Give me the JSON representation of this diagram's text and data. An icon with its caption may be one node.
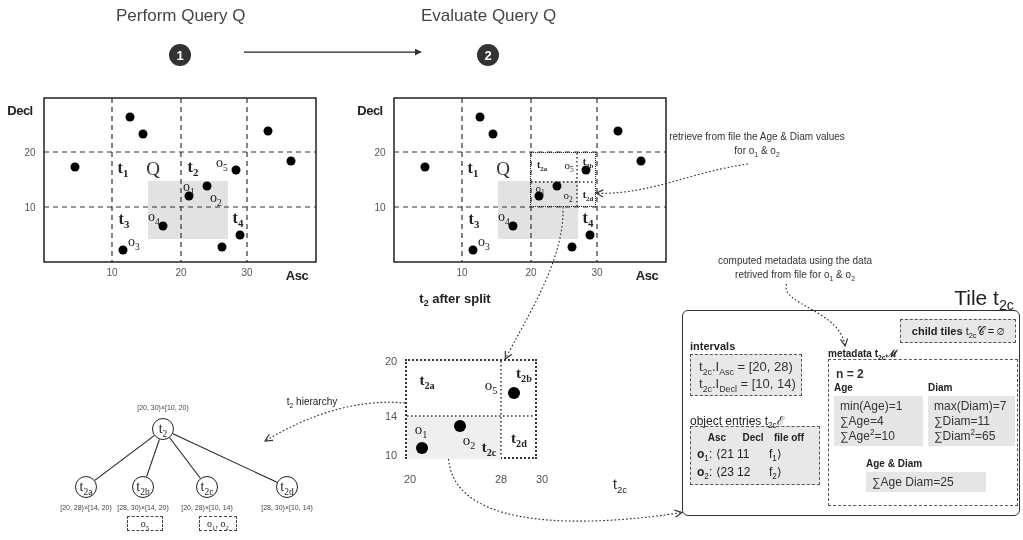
{
  "diagram": {
    "nodes": [
      {
        "text": [
          "Perform Query Q",
          "1"
        ]
      },
      {
        "text": [
          "Evaluate Query Q",
          "2"
        ]
      },
      {
        "text": [
          "retrieve from file the Age & Diam values for o$_{1}$ & o$_{2}$"
        ]
      },
      {
        "text": [
          "t$_{2a}$",
          "o$_{5}$",
          "t$_{2b}$",
          "o$_{1}$",
          "o$_{2}$",
          "t$_{2d}$"
        ]
      },
      {
        "text": [
          "t$_{2a}$",
          "o$_{5}$",
          "t$_{2b}$",
          "o$_{1}$",
          "o$_{2}$",
          "t$_{2c}$",
          "t$_{2d}$"
        ],
        "beside": [
          "20",
          "14",
          "10",
          "20",
          "28",
          "30"
        ]
      },
      {
        "text": [
          "t$_{2}$"
        ],
        "beside": [
          "[20, 30)×[10, 20)"
        ]
      },
      {
        "text": [
          "t$_{2a}$"
        ],
        "beside": [
          "[20, 28)×[14, 20)"
        ]
      },
      {
        "text": [
          "t$_{2b}$"
        ],
        "beside": [
          "[28, 30)×[14, 20)"
        ]
      },
      {
        "text": [
          "t$_{2c}$"
        ],
        "beside": [
          "[20, 28)×[10, 14)"
        ]
      },
      {
        "text": [
          "t$_{2d}$"
        ],
        "beside": [
          "[28, 30)×[10, 14)"
        ]
      },
      {
        "text": [
          "o$_{5}$"
        ]
      },
      {
        "text": [
          "o$_{1}$, o$_{2}$"
        ]
      },
      {
        "text": [
          "computed metadata using the data retrived from file for o$_{1}$ & o$_{2}$"
        ]
      },
      {
        "text": [
          "Tile t$_{2c}$"
        ]
      },
      {
        "text": [
          "**child tiles** t$_{2c}$𝒞 = ∅"
        ],
        "in": 13
      },
      {
        "text": [
          "intervals",
          "t$_{2c}$.I$_{Asc}$ = [20, 28)",
          "t$_{2c}$.I$_{Decl}$ = [10, 14)"
        ],
        "in": 13
      },
      {
        "text": [
          "object entries t$_{2c}$ℰ",
          "Asc",
          "Decl",
          "file off",
          "**o**$_{1}$: ⟨21",
          "11",
          "f$_{1}$⟩",
          "**o**$_{2}$: ⟨23",
          "12",
          "f$_{2}$⟩"
        ],
        "in": 13
      },
      {
        "text": [
          "metadata t$_{2c}$ℳ",
          "n = 2"
        ],
        "in": 13
      },
      {
        "text": [
          "Age",
          "min(Age)=1",
          "∑Age=4",
          "∑Age$^{2}$=10"
        ],
        "in": 17
      },
      {
        "text": [
          "Diam",
          "max(Diam)=7",
          "∑Diam=11",
          "∑Diam$^{2}$=65"
        ],
        "in": 17
      },
      {
        "text": [
          "Age & Diam",
          "∑Age Diam=25"
        ],
        "in": 17
      }
    ],
    "edges": [
      {
        "from": 0,
        "to": 1,
        "arrow": "to"
      },
      {
        "from": 2,
        "to": 3,
        "arrow": "to",
        "style": "dashed"
      },
      {
        "from": 3,
        "to": 4,
        "arrow": "to",
        "style": "dashed",
        "label": "t$_{2}$ after split"
      },
      {
        "from": 4,
        "to": null,
        "arrow": "to",
        "style": "dashed",
        "label": "t$_{2}$ hierarchy"
      },
      {
        "from": 5,
        "to": 6,
        "arrow": "none"
      },
      {
        "from": 5,
        "to": 7,
        "arrow": "none"
      },
      {
        "from": 5,
        "to": 8,
        "arrow": "none"
      },
      {
        "from": 5,
        "to": 9,
        "arrow": "none"
      },
      {
        "from": 4,
        "to": 13,
        "arrow": "to",
        "style": "dashed",
        "label": "t$_{2c}$"
      },
      {
        "from": 12,
        "to": 17,
        "arrow": "to",
        "style": "dashed"
      }
    ],
    "labels": [
      "Decl",
      "20",
      "10",
      "t$_{1}$",
      "Q",
      "t$_{2}$",
      "o$_{5}$",
      "o$_{1}$",
      "o$_{2}$",
      "t$_{3}$",
      "o$_{4}$",
      "t$_{4}$",
      "o$_{3}$",
      "10",
      "20",
      "30",
      "Asc",
      "Decl",
      "20",
      "10",
      "t$_{1}$",
      "Q",
      "t$_{3}$",
      "o$_{4}$",
      "t$_{4}$",
      "o$_{3}$",
      "10",
      "20",
      "30",
      "Asc"
    ]
  }
}
